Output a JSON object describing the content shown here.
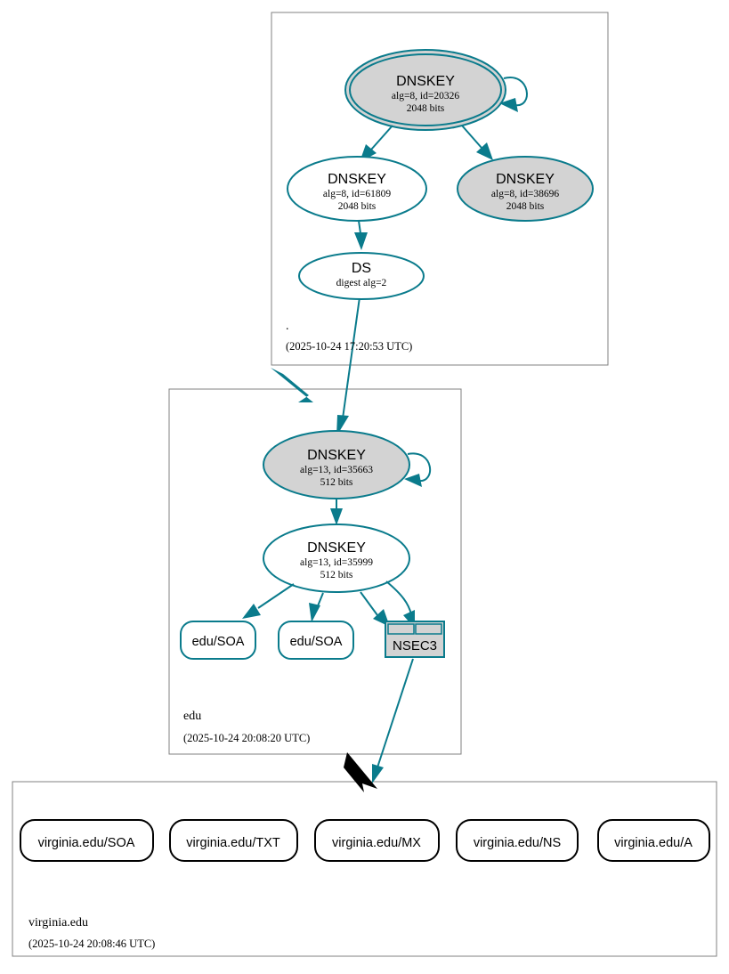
{
  "diagram": {
    "type": "dnssec-authentication-chain",
    "colors": {
      "accent_teal": "#0a7b8c",
      "secure_fill_gray": "#d3d3d3",
      "insecure_fill_white": "#ffffff",
      "zone_border": "#808080",
      "bottom_node_border": "#000000"
    }
  },
  "zones": [
    {
      "id": "root",
      "name": ".",
      "timestamp": "(2025-10-24 17:20:53 UTC)",
      "nodes": [
        {
          "id": "root-ksk",
          "kind": "DNSKEY",
          "title": "DNSKEY",
          "line2": "alg=8, id=20326",
          "line3": "2048 bits",
          "style": "double-ellipse",
          "fill": "gray",
          "self_signed": true
        },
        {
          "id": "root-zsk-61809",
          "kind": "DNSKEY",
          "title": "DNSKEY",
          "line2": "alg=8, id=61809",
          "line3": "2048 bits",
          "style": "ellipse",
          "fill": "white",
          "self_signed": false
        },
        {
          "id": "root-zsk-38696",
          "kind": "DNSKEY",
          "title": "DNSKEY",
          "line2": "alg=8, id=38696",
          "line3": "2048 bits",
          "style": "ellipse",
          "fill": "gray",
          "self_signed": false
        },
        {
          "id": "root-ds",
          "kind": "DS",
          "title": "DS",
          "line2": "digest alg=2",
          "line3": "",
          "style": "ellipse",
          "fill": "white",
          "self_signed": false
        }
      ]
    },
    {
      "id": "edu",
      "name": "edu",
      "timestamp": "(2025-10-24 20:08:20 UTC)",
      "nodes": [
        {
          "id": "edu-ksk",
          "kind": "DNSKEY",
          "title": "DNSKEY",
          "line2": "alg=13, id=35663",
          "line3": "512 bits",
          "style": "ellipse",
          "fill": "gray",
          "self_signed": true
        },
        {
          "id": "edu-zsk",
          "kind": "DNSKEY",
          "title": "DNSKEY",
          "line2": "alg=13, id=35999",
          "line3": "512 bits",
          "style": "ellipse",
          "fill": "white",
          "self_signed": false
        },
        {
          "id": "edu-soa-1",
          "kind": "RRset",
          "label": "edu/SOA",
          "style": "rounded-rect",
          "fill": "white"
        },
        {
          "id": "edu-soa-2",
          "kind": "RRset",
          "label": "edu/SOA",
          "style": "rounded-rect",
          "fill": "white"
        },
        {
          "id": "edu-nsec3",
          "kind": "NSEC3",
          "label": "NSEC3",
          "style": "table-rect",
          "fill": "gray"
        }
      ]
    },
    {
      "id": "virginia-edu",
      "name": "virginia.edu",
      "timestamp": "(2025-10-24 20:08:46 UTC)",
      "nodes": [
        {
          "id": "vedu-soa",
          "kind": "RRset",
          "label": "virginia.edu/SOA",
          "style": "rounded-rect",
          "fill": "white"
        },
        {
          "id": "vedu-txt",
          "kind": "RRset",
          "label": "virginia.edu/TXT",
          "style": "rounded-rect",
          "fill": "white"
        },
        {
          "id": "vedu-mx",
          "kind": "RRset",
          "label": "virginia.edu/MX",
          "style": "rounded-rect",
          "fill": "white"
        },
        {
          "id": "vedu-ns",
          "kind": "RRset",
          "label": "virginia.edu/NS",
          "style": "rounded-rect",
          "fill": "white"
        },
        {
          "id": "vedu-a",
          "kind": "RRset",
          "label": "virginia.edu/A",
          "style": "rounded-rect",
          "fill": "white"
        }
      ]
    }
  ],
  "edges": [
    {
      "from": "root-ksk",
      "to": "root-ksk",
      "type": "self-sign",
      "color": "#0a7b8c"
    },
    {
      "from": "root-ksk",
      "to": "root-zsk-61809",
      "type": "sign",
      "color": "#0a7b8c"
    },
    {
      "from": "root-ksk",
      "to": "root-zsk-38696",
      "type": "sign",
      "color": "#0a7b8c"
    },
    {
      "from": "root-zsk-61809",
      "to": "root-ds",
      "type": "sign",
      "color": "#0a7b8c"
    },
    {
      "from": "root-ds",
      "to": "edu-ksk",
      "type": "delegation",
      "color": "#0a7b8c"
    },
    {
      "from": "root",
      "to": "edu",
      "type": "zone-delegation",
      "color": "#0a7b8c"
    },
    {
      "from": "edu-ksk",
      "to": "edu-ksk",
      "type": "self-sign",
      "color": "#0a7b8c"
    },
    {
      "from": "edu-ksk",
      "to": "edu-zsk",
      "type": "sign",
      "color": "#0a7b8c"
    },
    {
      "from": "edu-zsk",
      "to": "edu-soa-1",
      "type": "sign",
      "color": "#0a7b8c"
    },
    {
      "from": "edu-zsk",
      "to": "edu-soa-2",
      "type": "sign",
      "color": "#0a7b8c"
    },
    {
      "from": "edu-zsk",
      "to": "edu-nsec3",
      "type": "sign",
      "color": "#0a7b8c"
    },
    {
      "from": "edu-nsec3",
      "to": "virginia-edu",
      "type": "delegation",
      "color": "#0a7b8c"
    },
    {
      "from": "edu",
      "to": "virginia-edu",
      "type": "zone-delegation",
      "color": "#000000"
    }
  ]
}
